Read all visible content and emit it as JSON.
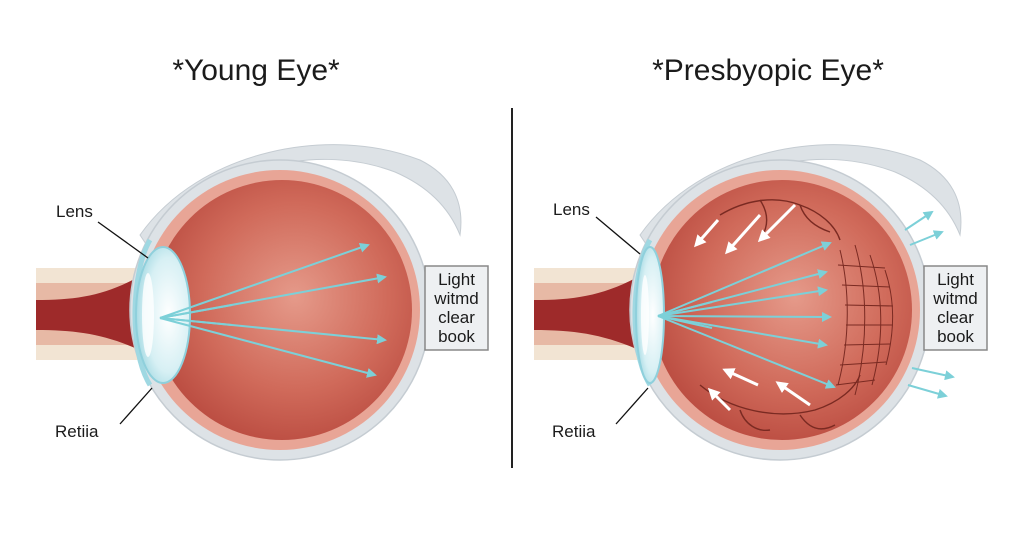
{
  "panels": {
    "left": {
      "title": "*Young Eye*",
      "lens_label": "Lens",
      "retina_label": "Retiia",
      "box_text": "Light\nwitmd\nclear\nbook"
    },
    "right": {
      "title": "*Presbyopic Eye*",
      "lens_label": "Lens",
      "retina_label": "Retiia",
      "box_text": "Light\nwitmd\nclear\nbook"
    }
  },
  "colors": {
    "eye_interior": "#c9564a",
    "sclera": "#dde2e6",
    "choroid": "#e8a596",
    "lens": "#cfeef3",
    "light_ray": "#7cd0d8",
    "nerve": "#9e2a2a"
  }
}
